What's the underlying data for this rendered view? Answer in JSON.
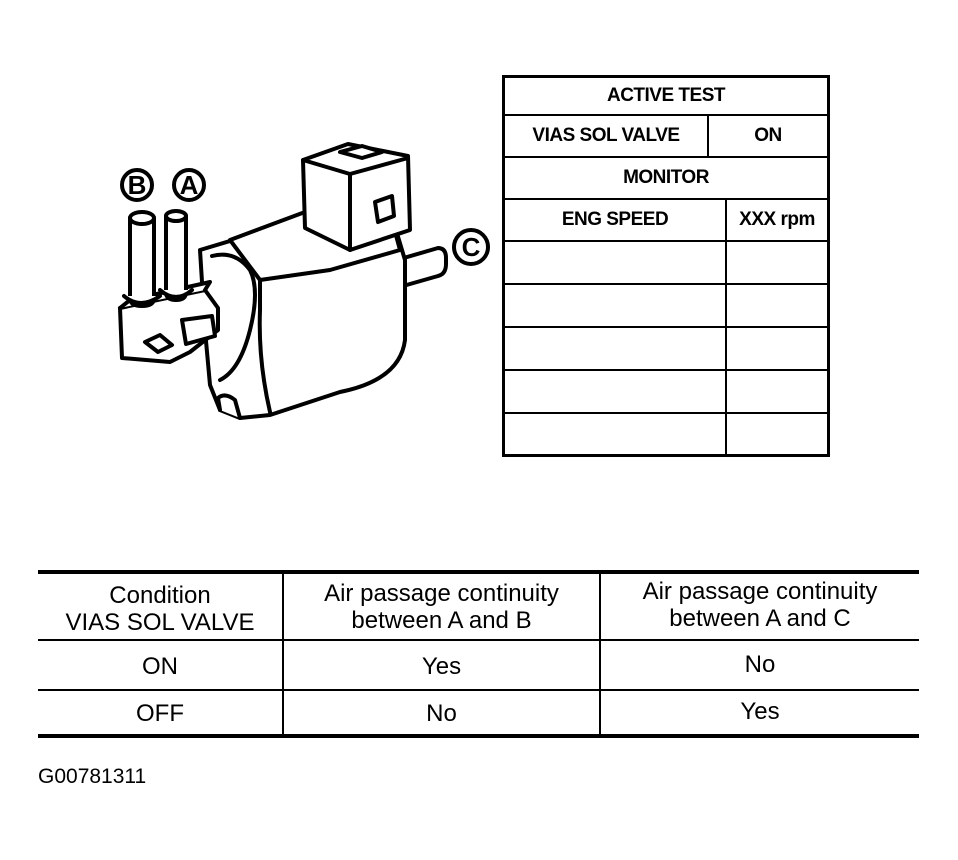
{
  "callouts": {
    "a": "A",
    "b": "B",
    "c": "C"
  },
  "consult": {
    "title": "ACTIVE TEST",
    "test_item": "VIAS SOL VALVE",
    "test_value": "ON",
    "monitor": "MONITOR",
    "monitor_item": "ENG SPEED",
    "monitor_value": "XXX rpm"
  },
  "continuity_table": {
    "headers": [
      [
        "Condition",
        "VIAS SOL VALVE"
      ],
      [
        "Air passage continuity",
        "between A and B"
      ],
      [
        "Air passage continuity",
        "between A and C"
      ]
    ],
    "rows": [
      [
        "ON",
        "Yes",
        "No"
      ],
      [
        "OFF",
        "No",
        "Yes"
      ]
    ]
  },
  "figure_code": "G00781311"
}
